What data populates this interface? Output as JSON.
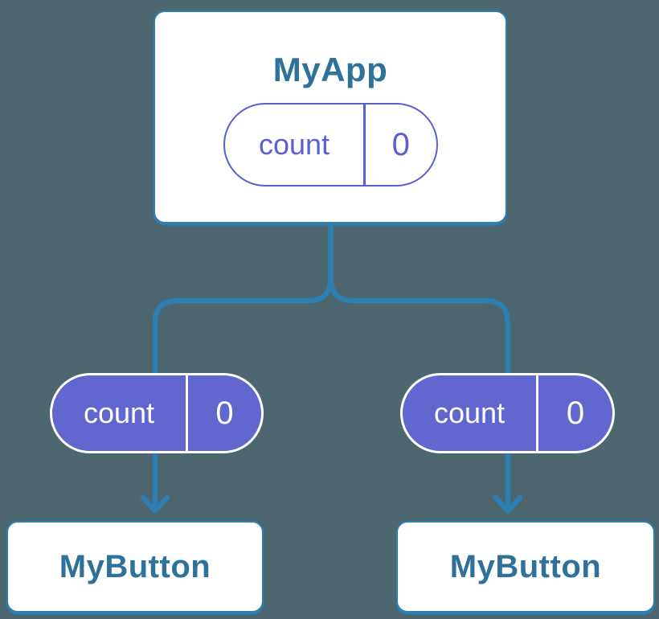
{
  "colors": {
    "background": "#4C6770",
    "connector_blue": "#2E7EB2",
    "card_border_blue": "#2E7EB2",
    "title_blue": "#2F7299",
    "pill_purple_fill": "#6067CE",
    "pill_purple_outline": "#5A60D0",
    "white": "#FFFFFF"
  },
  "tree": {
    "root": {
      "title": "MyApp",
      "state": {
        "label": "count",
        "value": "0"
      }
    },
    "children": [
      {
        "title": "MyButton",
        "prop": {
          "label": "count",
          "value": "0"
        }
      },
      {
        "title": "MyButton",
        "prop": {
          "label": "count",
          "value": "0"
        }
      }
    ]
  }
}
